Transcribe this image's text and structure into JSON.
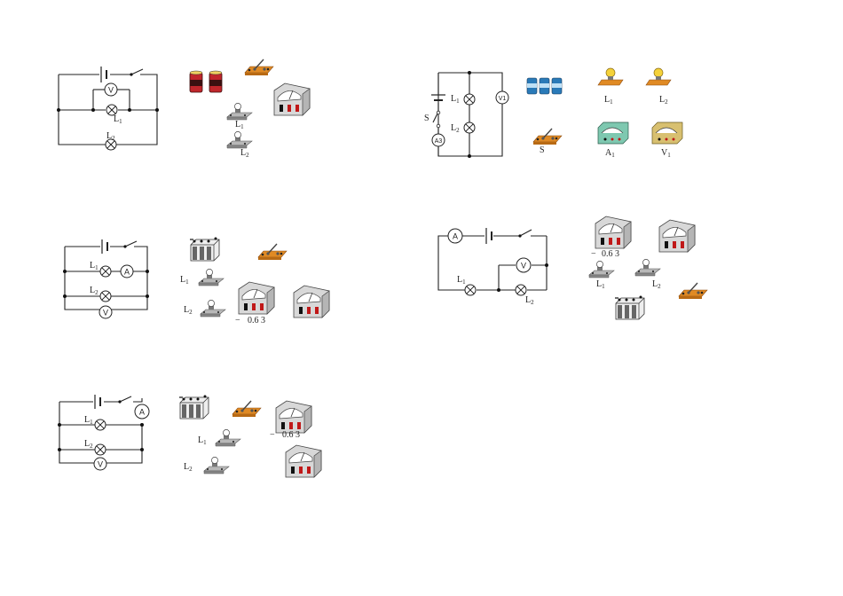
{
  "components": {
    "voltmeter": "V",
    "ammeter": "A",
    "ammeter3": "A",
    "voltmeter1": "V",
    "sub1": "1",
    "sub3": "3"
  },
  "labels": {
    "L": "L",
    "s1": "1",
    "s2": "2",
    "S": "S",
    "A": "A",
    "V": "V",
    "scale": "0.6 3",
    "minus": "−"
  },
  "colors": {
    "battery_red": "#c0262b",
    "battery_dark": "#3a1010",
    "battery_blue": "#2a7ab8",
    "switch_board": "#e08a24",
    "meter_body": "#dcdcdc",
    "meter_face": "#ffffff",
    "terminal_red": "#c01818",
    "terminal_black": "#111111",
    "meter_green": "#7ec8b0",
    "meter_yellow": "#d8c070",
    "bulb_glow": "#f5d23a"
  }
}
